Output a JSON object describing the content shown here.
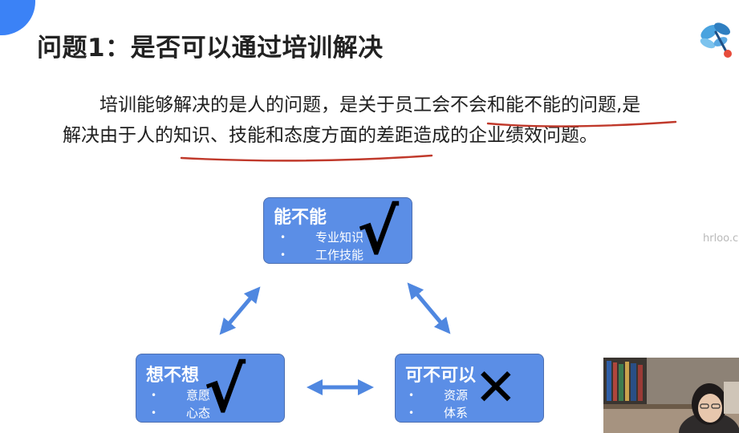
{
  "slide": {
    "title": "问题1：是否可以通过培训解决",
    "paragraph": {
      "line1": "培训能够解决的是人的问题，是关于员工会不会和能不能的问题,是",
      "line2": "解决由于人的知识、技能和态度方面的差距造成的企业绩效问题。"
    }
  },
  "watermark": "hrloo.c",
  "diagram": {
    "nodes": {
      "top": {
        "title": "能不能",
        "items": [
          "专业知识",
          "工作技能"
        ],
        "mark": "√"
      },
      "left": {
        "title": "想不想",
        "items": [
          "意愿",
          "心态"
        ],
        "mark": "√"
      },
      "right": {
        "title": "可不可以",
        "items": [
          "资源",
          "体系"
        ],
        "mark": "✕"
      }
    }
  },
  "colors": {
    "node_fill": "#5b8ee6",
    "arrow": "#4f87e0",
    "underline": "#c0392b",
    "accent": "#3b82f6"
  },
  "icons": {
    "logo": "dragonfly-logo-icon",
    "webcam": "presenter-webcam"
  }
}
